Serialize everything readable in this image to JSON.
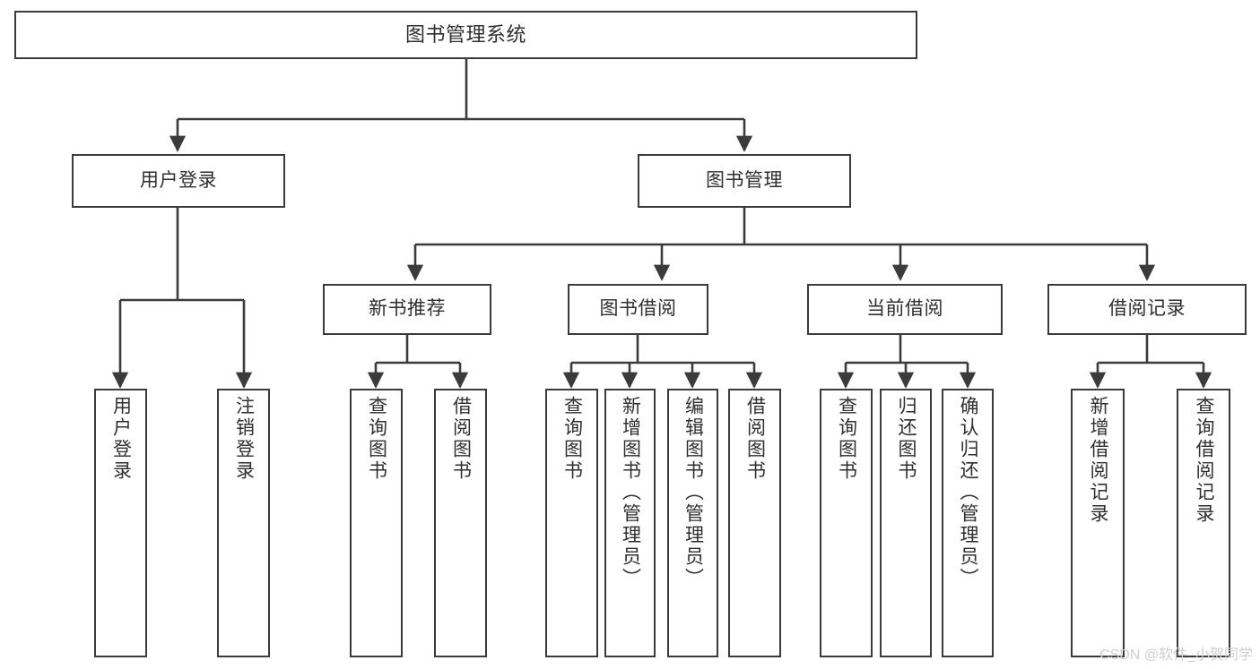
{
  "diagram": {
    "type": "tree",
    "title": "图书管理系统",
    "root": {
      "id": "root",
      "label": "图书管理系统"
    },
    "level2": [
      {
        "id": "user-login",
        "label": "用户登录"
      },
      {
        "id": "book-manage",
        "label": "图书管理"
      }
    ],
    "level3": [
      {
        "id": "new-book-rec",
        "label": "新书推荐",
        "parent": "book-manage"
      },
      {
        "id": "book-borrow",
        "label": "图书借阅",
        "parent": "book-manage"
      },
      {
        "id": "current-borrow",
        "label": "当前借阅",
        "parent": "book-manage"
      },
      {
        "id": "borrow-record",
        "label": "借阅记录",
        "parent": "book-manage"
      }
    ],
    "leaves": {
      "user-login": [
        {
          "id": "leaf-user-login",
          "label": "用户登录"
        },
        {
          "id": "leaf-user-logout",
          "label": "注销登录"
        }
      ],
      "new-book-rec": [
        {
          "id": "leaf-query-book-1",
          "label": "查询图书"
        },
        {
          "id": "leaf-borrow-book-1",
          "label": "借阅图书"
        }
      ],
      "book-borrow": [
        {
          "id": "leaf-query-book-2",
          "label": "查询图书"
        },
        {
          "id": "leaf-add-book",
          "label": "新增图书（管理员）"
        },
        {
          "id": "leaf-edit-book",
          "label": "编辑图书（管理员）"
        },
        {
          "id": "leaf-borrow-book-2",
          "label": "借阅图书"
        }
      ],
      "current-borrow": [
        {
          "id": "leaf-query-book-3",
          "label": "查询图书"
        },
        {
          "id": "leaf-return-book",
          "label": "归还图书"
        },
        {
          "id": "leaf-confirm-return",
          "label": "确认归还（管理员）"
        }
      ],
      "borrow-record": [
        {
          "id": "leaf-add-record",
          "label": "新增借阅记录"
        },
        {
          "id": "leaf-query-record",
          "label": "查询借阅记录"
        }
      ]
    }
  },
  "watermark": {
    "text": "CSDN @软件_小贺同学"
  },
  "colors": {
    "stroke": "#3b3b3b",
    "text": "#2f2f2f",
    "background": "#ffffff",
    "watermark": "#cfcfcf"
  }
}
